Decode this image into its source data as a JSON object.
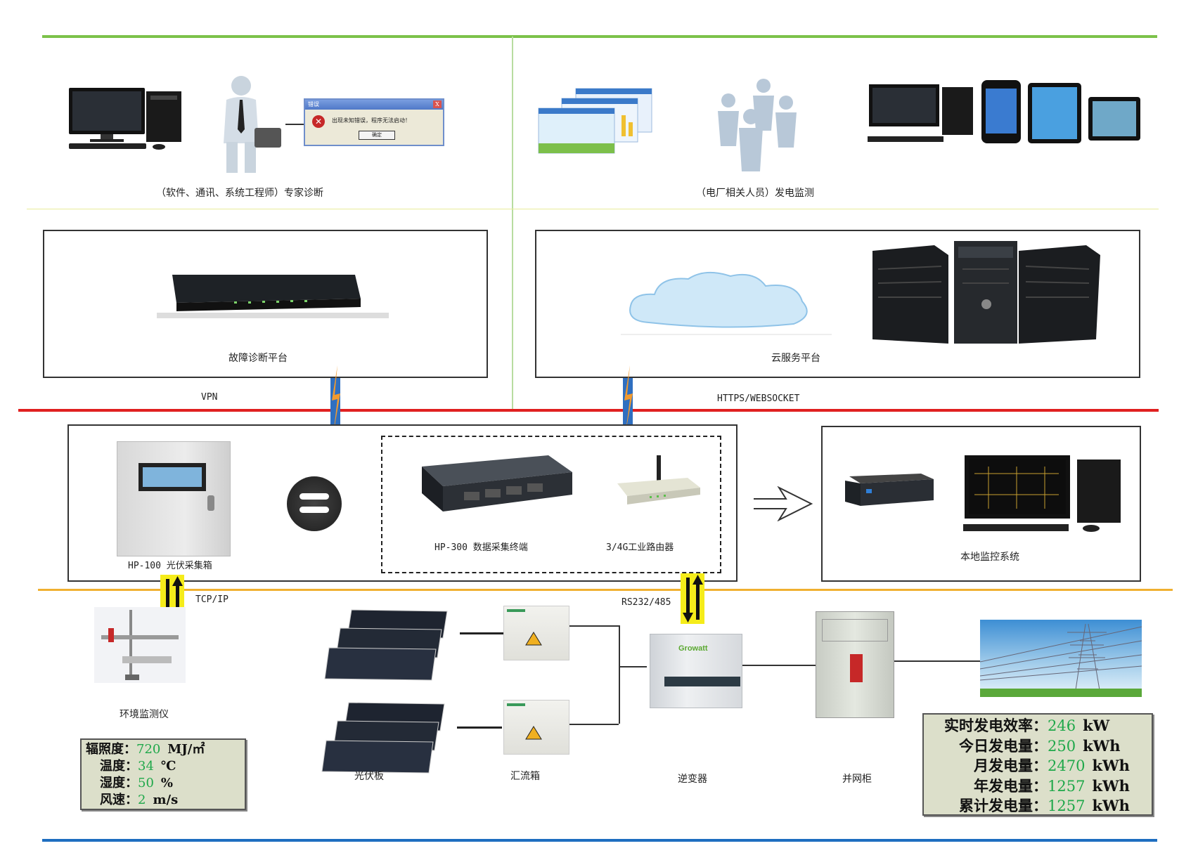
{
  "title": "光伏电站远程监控系统架构",
  "top_left": {
    "caption": "（软件、通讯、系统工程师）专家诊断",
    "dialog": {
      "title": "错误",
      "message": "出现未知错误，程序无法启动！",
      "ok_label": "确定",
      "close_label": "X"
    }
  },
  "top_right": {
    "caption": "（电厂相关人员）发电监测"
  },
  "platforms": {
    "fault_diagnosis": "故障诊断平台",
    "cloud_service": "云服务平台",
    "vpn_label": "VPN",
    "https_label": "HTTPS/WEBSOCKET"
  },
  "middle": {
    "collector_box": "HP-100 光伏采集箱",
    "equals_icon": "equals-icon",
    "data_terminal": "HP-300 数据采集终端",
    "router": "3/4G工业路由器",
    "local_monitoring": "本地监控系统",
    "tcp_label": "TCP/IP",
    "rs_label": "RS232/485"
  },
  "bottom": {
    "env_monitor": "环境监测仪",
    "pv_panel": "光伏板",
    "combiner_box": "汇流箱",
    "inverter": "逆变器",
    "inverter_brand": "Growatt",
    "grid_cabinet": "并网柜"
  },
  "env_panel": [
    {
      "key": "辐照度：",
      "value": "720",
      "unit": "MJ/㎡"
    },
    {
      "key": "温度：",
      "value": "34",
      "unit": "℃"
    },
    {
      "key": "湿度：",
      "value": "50",
      "unit": "%"
    },
    {
      "key": "风速：",
      "value": "2",
      "unit": "m/s"
    }
  ],
  "power_panel": [
    {
      "key": "实时发电效率：",
      "value": "246",
      "unit": "kW"
    },
    {
      "key": "今日发电量：",
      "value": "250",
      "unit": "kWh"
    },
    {
      "key": "月发电量：",
      "value": "2470",
      "unit": "kWh"
    },
    {
      "key": "年发电量：",
      "value": "1257",
      "unit": "kWh"
    },
    {
      "key": "累计发电量：",
      "value": "1257",
      "unit": "kWh"
    }
  ],
  "colors": {
    "top_line": "#7cc24a",
    "internet_line": "#e02020",
    "field_line": "#f0b030",
    "bottom_line": "#1e6ec0",
    "value_green": "#1fa84a",
    "panel_bg": "#dcdfca"
  }
}
